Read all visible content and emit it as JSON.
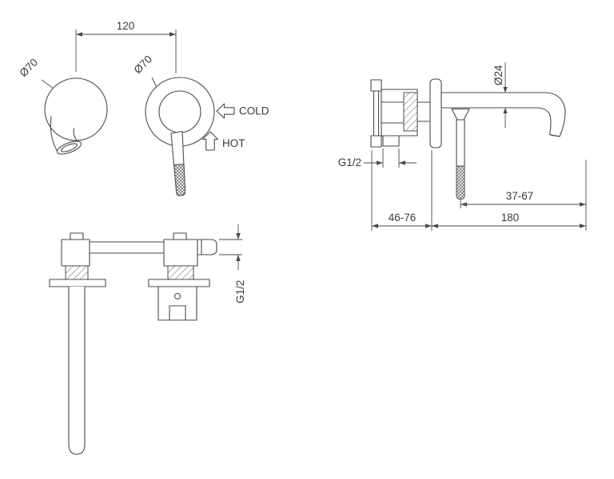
{
  "colors": {
    "background": "#ffffff",
    "line": "#4a4a4a",
    "text": "#3a3a3a"
  },
  "front_view": {
    "center_distance": "120",
    "spout_escutcheon_diameter": "Ø70",
    "mixer_escutcheon_diameter": "Ø70",
    "cold_label": "COLD",
    "hot_label": "HOT"
  },
  "side_view": {
    "spout_diameter": "Ø24",
    "inlet_thread": "G1/2",
    "handle_clearance_range": "37-67",
    "concealed_depth_range": "46-76",
    "spout_reach": "180"
  },
  "plan_view": {
    "connection_thread": "G1/2"
  }
}
